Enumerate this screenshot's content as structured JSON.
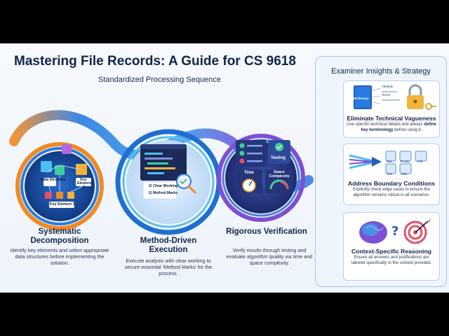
{
  "header": {
    "title": "Mastering File Records: A Guide for CS 9618",
    "subtitle": "Standardized Processing Sequence"
  },
  "stages": [
    {
      "title": "Systematic Decomposition",
      "description": "Identify key elements and select appropriate data structures before implementing the solution.",
      "labels": [
        "Data Structure",
        "Key Element 2",
        "Key Element 1"
      ]
    },
    {
      "title": "Method-Driven Execution",
      "description": "Execute analysis with clear working to secure essential 'Method Marks' for the process.",
      "checklist": [
        "Clear Working",
        "Method Marks"
      ]
    },
    {
      "title": "Rigorous Verification",
      "description": "Verify results through testing and evaluate algorithm quality via time and space complexity.",
      "labels": [
        "Testing",
        "Time",
        "Space Complexity"
      ]
    }
  ],
  "panel": {
    "title": "Examiner Insights & Strategy",
    "cards": [
      {
        "title": "Eliminate Technical Vagueness",
        "desc_before": "Use specific technical details and always ",
        "desc_bold": "define key terminology",
        "desc_after": " before using it.",
        "icon_labels": [
          "Dictionary",
          "Attribute",
          "Terms"
        ]
      },
      {
        "title": "Address Boundary Conditions",
        "description": "Explicitly check edge cases to ensure the algorithm remains robust in all scenarios.",
        "icon_labels": [
          "Max",
          "Empty",
          "Full",
          "Min",
          "Max"
        ]
      },
      {
        "title": "Context-Specific Reasoning",
        "description": "Ensure all answers and justifications are tailored specifically to the context provided."
      }
    ]
  },
  "colors": {
    "accent_blue": "#2a7be0",
    "accent_purple": "#7c4fd6",
    "accent_orange": "#f08a24",
    "navy": "#13244a"
  }
}
